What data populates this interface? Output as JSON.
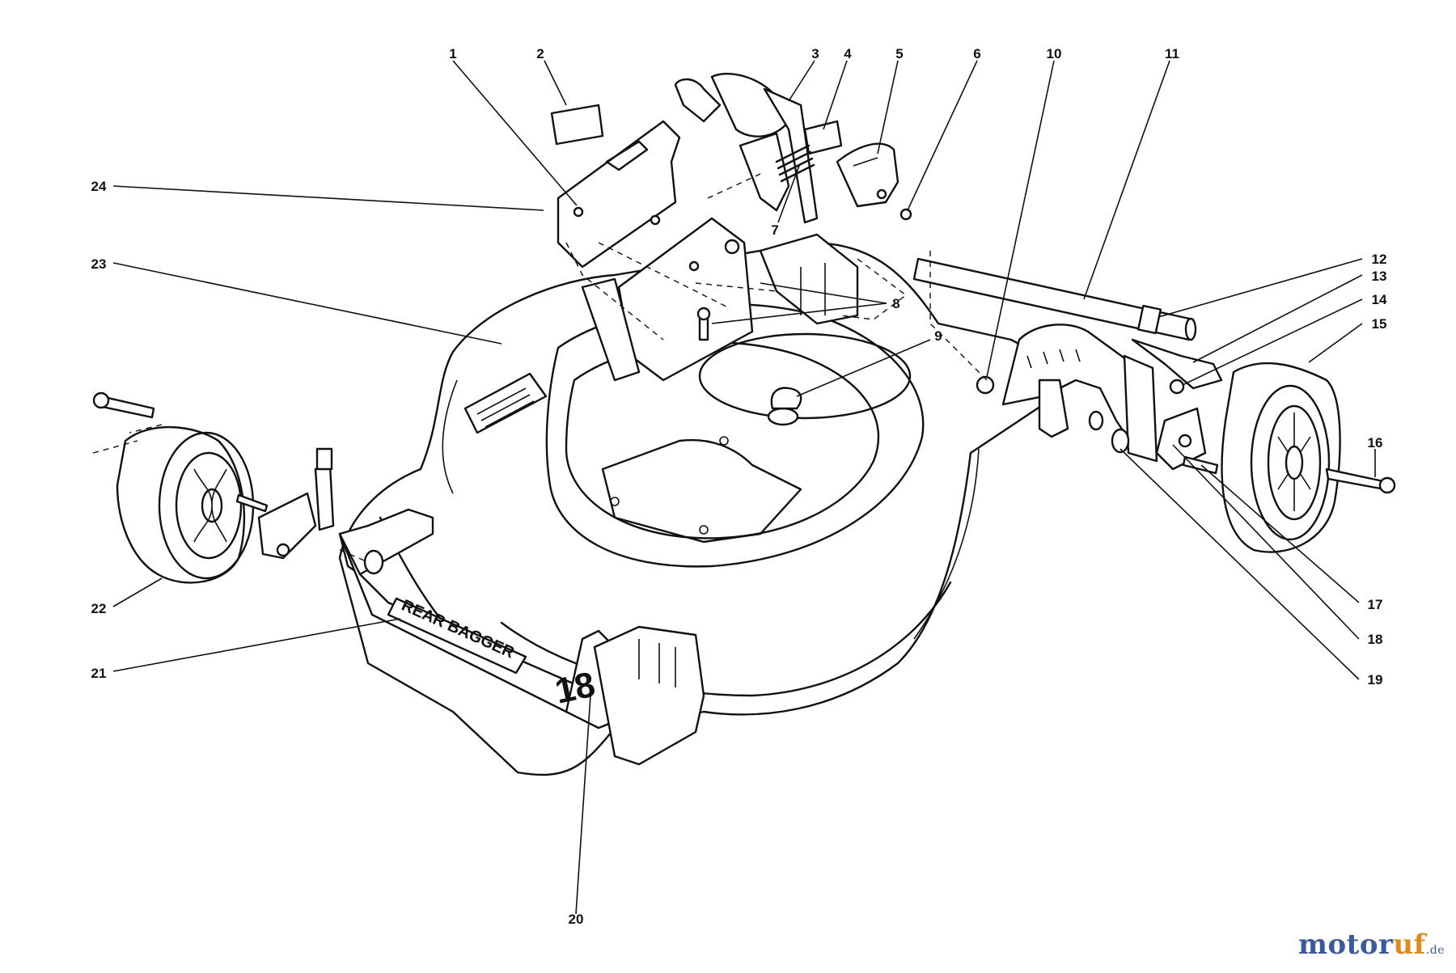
{
  "diagram": {
    "decals": {
      "bagger_label": "REAR BAGGER",
      "size_badge": "18"
    },
    "callouts": [
      "1",
      "2",
      "3",
      "4",
      "5",
      "6",
      "7",
      "8",
      "9",
      "10",
      "11",
      "12",
      "13",
      "14",
      "15",
      "16",
      "17",
      "18",
      "19",
      "20",
      "21",
      "22",
      "23",
      "24"
    ]
  },
  "watermark": {
    "brand_main": "motor",
    "brand_accent": "uf",
    "brand_tld": ".de"
  }
}
